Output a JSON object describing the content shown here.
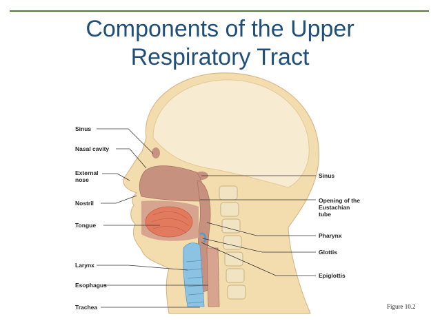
{
  "title": {
    "line1": "Components of the Upper",
    "line2": "Respiratory Tract"
  },
  "colors": {
    "title": "#1f4e79",
    "rule": "#4f7a3c",
    "skin": "#f3dcae",
    "skull": "#f7ecd2",
    "nasal": "#c6927f",
    "tongue": "#e27a5e",
    "spine": "#f1e4c3",
    "cartilage": "#8cc3e3"
  },
  "labels": {
    "sinus_left": "Sinus",
    "nasal_cavity": "Nasal cavity",
    "external_nose": "External\nnose",
    "nostril": "Nostril",
    "tongue": "Tongue",
    "larynx": "Larynx",
    "esophagus": "Esophagus",
    "trachea": "Trachea",
    "sinus_right": "Sinus",
    "eustachian": "Opening of the\nEustachian\ntube",
    "pharynx": "Pharynx",
    "glottis": "Glottis",
    "epiglottis": "Epiglottis"
  },
  "caption": "Figure 10.2"
}
